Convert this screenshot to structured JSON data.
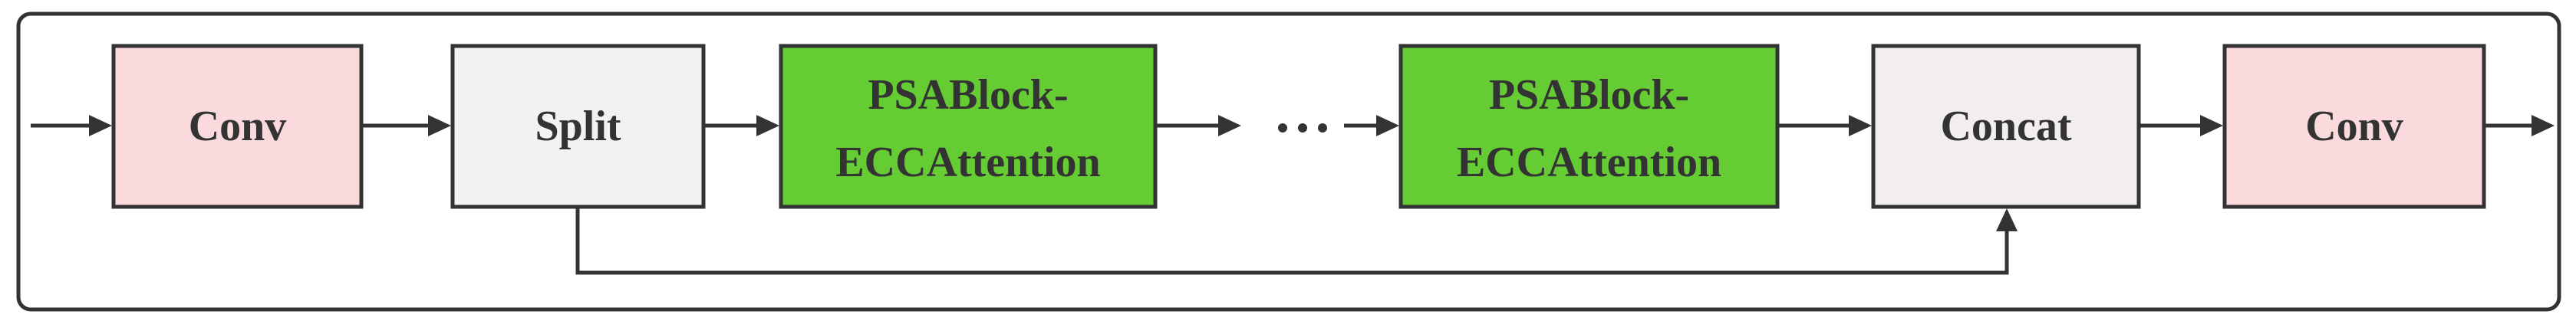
{
  "diagram": {
    "nodes": [
      {
        "id": "conv-1",
        "label_lines": [
          "Conv"
        ],
        "fill": "#fadadd"
      },
      {
        "id": "split",
        "label_lines": [
          "Split"
        ],
        "fill": "#f2f2f2"
      },
      {
        "id": "psablock-1",
        "label_lines": [
          "PSABlock-",
          "ECCAttention"
        ],
        "fill": "#66cc33"
      },
      {
        "id": "psablock-2",
        "label_lines": [
          "PSABlock-",
          "ECCAttention"
        ],
        "fill": "#66cc33"
      },
      {
        "id": "concat",
        "label_lines": [
          "Concat"
        ],
        "fill": "#f2eeee"
      },
      {
        "id": "conv-2",
        "label_lines": [
          "Conv"
        ],
        "fill": "#fadadd"
      }
    ],
    "ellipsis": "…",
    "edges": [
      {
        "from": "input",
        "to": "conv-1"
      },
      {
        "from": "conv-1",
        "to": "split"
      },
      {
        "from": "split",
        "to": "psablock-1"
      },
      {
        "from": "psablock-1",
        "to": "ellipsis"
      },
      {
        "from": "ellipsis",
        "to": "psablock-2"
      },
      {
        "from": "psablock-2",
        "to": "concat"
      },
      {
        "from": "concat",
        "to": "conv-2"
      },
      {
        "from": "conv-2",
        "to": "output"
      },
      {
        "from": "split",
        "to": "concat",
        "type": "skip"
      }
    ],
    "colors": {
      "stroke": "#333333",
      "conv": "#fadadd",
      "split": "#f2f2f2",
      "psablock": "#66cc33",
      "concat": "#f2eeee"
    }
  }
}
